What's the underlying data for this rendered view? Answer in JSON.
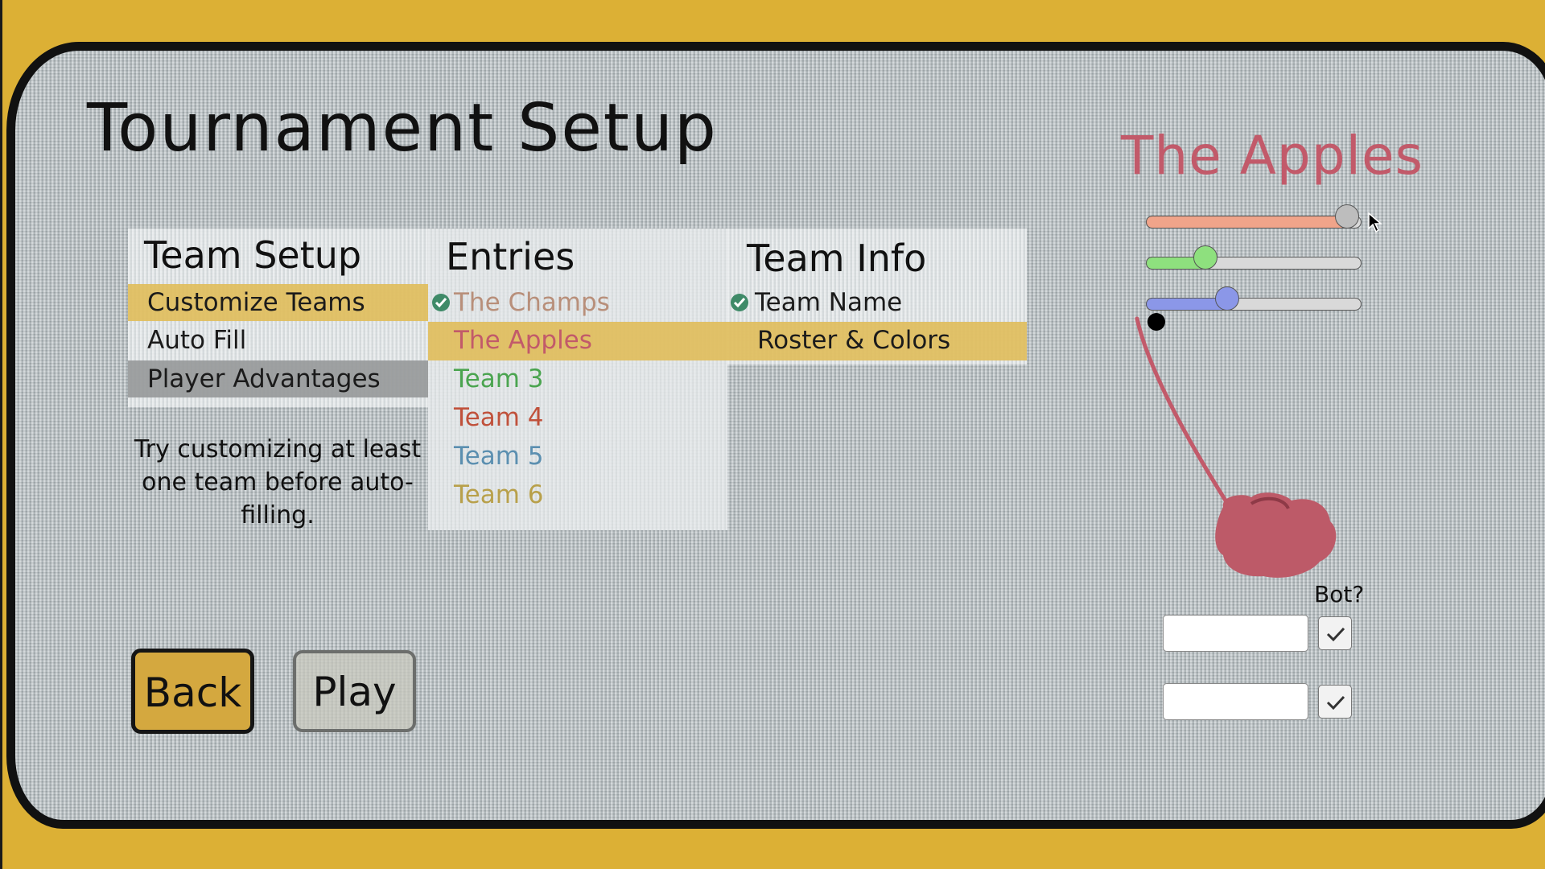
{
  "page": {
    "title": "Tournament Setup"
  },
  "team_setup": {
    "heading": "Team Setup",
    "items": [
      {
        "label": "Customize Teams",
        "state": "selected"
      },
      {
        "label": "Auto Fill",
        "state": "normal"
      },
      {
        "label": "Player Advantages",
        "state": "disabled"
      }
    ],
    "hint": "Try customizing at least one team before auto-filling."
  },
  "entries": {
    "heading": "Entries",
    "items": [
      {
        "label": "The Champs",
        "color": "#b88f7a",
        "completed": true
      },
      {
        "label": "The Apples",
        "color": "#c25a6a",
        "selected": true
      },
      {
        "label": "Team 3",
        "color": "#4aa44f"
      },
      {
        "label": "Team 4",
        "color": "#c0513b"
      },
      {
        "label": "Team 5",
        "color": "#5b8fb0"
      },
      {
        "label": "Team 6",
        "color": "#b8a04a"
      }
    ]
  },
  "team_info": {
    "heading": "Team Info",
    "items": [
      {
        "label": "Team Name",
        "completed": true
      },
      {
        "label": "Roster & Colors",
        "selected": true
      }
    ]
  },
  "editor": {
    "team_name": "The Apples",
    "team_color": "#c25a6a",
    "sliders": [
      {
        "channel": "red",
        "value_pct": 94,
        "fill_color": "#f0a48a",
        "thumb_color": "#bdbdbd"
      },
      {
        "channel": "green",
        "value_pct": 28,
        "fill_color": "#8ee07e",
        "thumb_color": "#8ee07e"
      },
      {
        "channel": "blue",
        "value_pct": 38,
        "fill_color": "#8b97e8",
        "thumb_color": "#8b97e8"
      }
    ],
    "bot_label": "Bot?",
    "players": [
      {
        "name": "",
        "bot": true
      },
      {
        "name": "",
        "bot": true
      }
    ]
  },
  "buttons": {
    "back": "Back",
    "play": "Play"
  },
  "colors": {
    "background": "#dcb035",
    "highlight": "#e0bc5a",
    "check": "#3f8a68"
  }
}
